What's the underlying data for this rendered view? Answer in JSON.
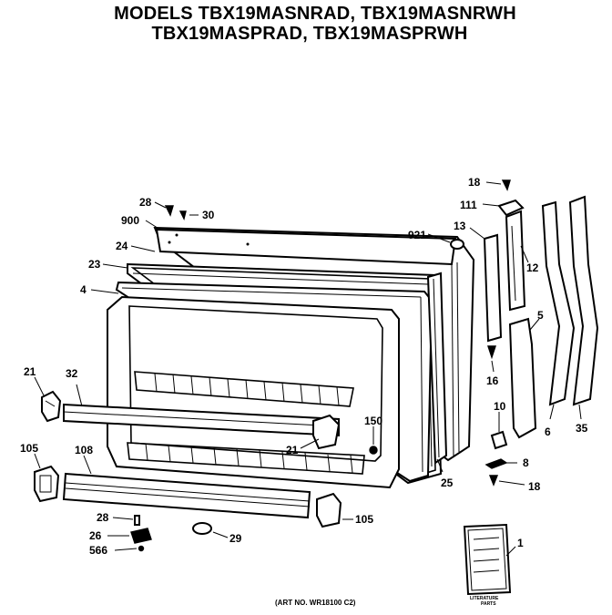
{
  "header": {
    "line1": "MODELS TBX19MASNRAD, TBX19MASNRWH",
    "line2": "TBX19MASPRAD, TBX19MASPRWH"
  },
  "callouts": {
    "p18a": "18",
    "p111": "111",
    "p28a": "28",
    "p30": "30",
    "p900": "900",
    "p921": "921",
    "p13": "13",
    "p12": "12",
    "p24": "24",
    "p23": "23",
    "p4": "4",
    "p5": "5",
    "p16": "16",
    "p21a": "21",
    "p32": "32",
    "p10": "10",
    "p150": "150",
    "p6": "6",
    "p35": "35",
    "p21b": "21",
    "p8": "8",
    "p105a": "105",
    "p108": "108",
    "p25": "25",
    "p18b": "18",
    "p28b": "28",
    "p105b": "105",
    "p26": "26",
    "p29": "29",
    "p566": "566",
    "p1": "1"
  },
  "literature": {
    "line1": "LITERATURE",
    "line2": "PARTS"
  },
  "footer": {
    "art_no": "(ART NO. WR18100 C2)"
  }
}
